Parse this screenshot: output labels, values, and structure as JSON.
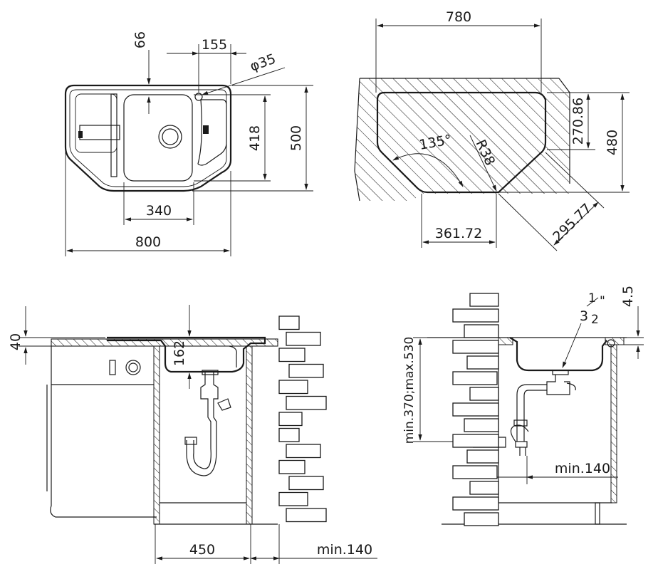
{
  "top_left": {
    "dim_66": "66",
    "dim_155": "155",
    "dim_phi35": "φ35",
    "dim_418": "418",
    "dim_500": "500",
    "dim_340": "340",
    "dim_800": "800"
  },
  "top_right": {
    "dim_780": "780",
    "dim_270_86": "270.86",
    "dim_480": "480",
    "angle_135": "135°",
    "radius_r38": "R38",
    "dim_361_72": "361.72",
    "dim_295_77": "295.77"
  },
  "bottom_left": {
    "dim_40": "40",
    "dim_162": "162",
    "dim_450": "450",
    "dim_min140": "min.140"
  },
  "bottom_right": {
    "dim_4_5": "4.5",
    "thread_whole": "3",
    "thread_num": "1",
    "thread_den": "2",
    "thread_quote": "\"",
    "dim_min370_max530": "min.370;max.530",
    "dim_min140": "min.140"
  }
}
